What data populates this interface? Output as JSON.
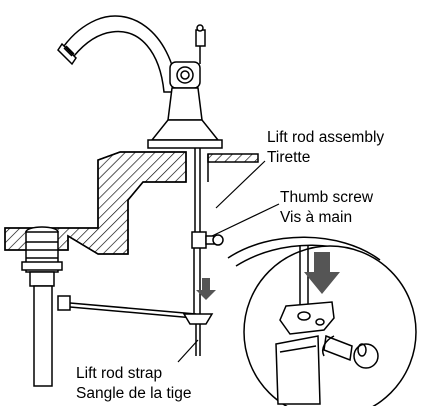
{
  "labels": {
    "lift_rod_assembly": {
      "en": "Lift rod assembly",
      "fr": "Tirette"
    },
    "thumb_screw": {
      "en": "Thumb screw",
      "fr": "Vis à main"
    },
    "lift_rod_strap": {
      "en": "Lift rod strap",
      "fr": "Sangle de la tige"
    }
  },
  "colors": {
    "line": "#000000",
    "arrow": "#555555",
    "background": "#ffffff"
  }
}
